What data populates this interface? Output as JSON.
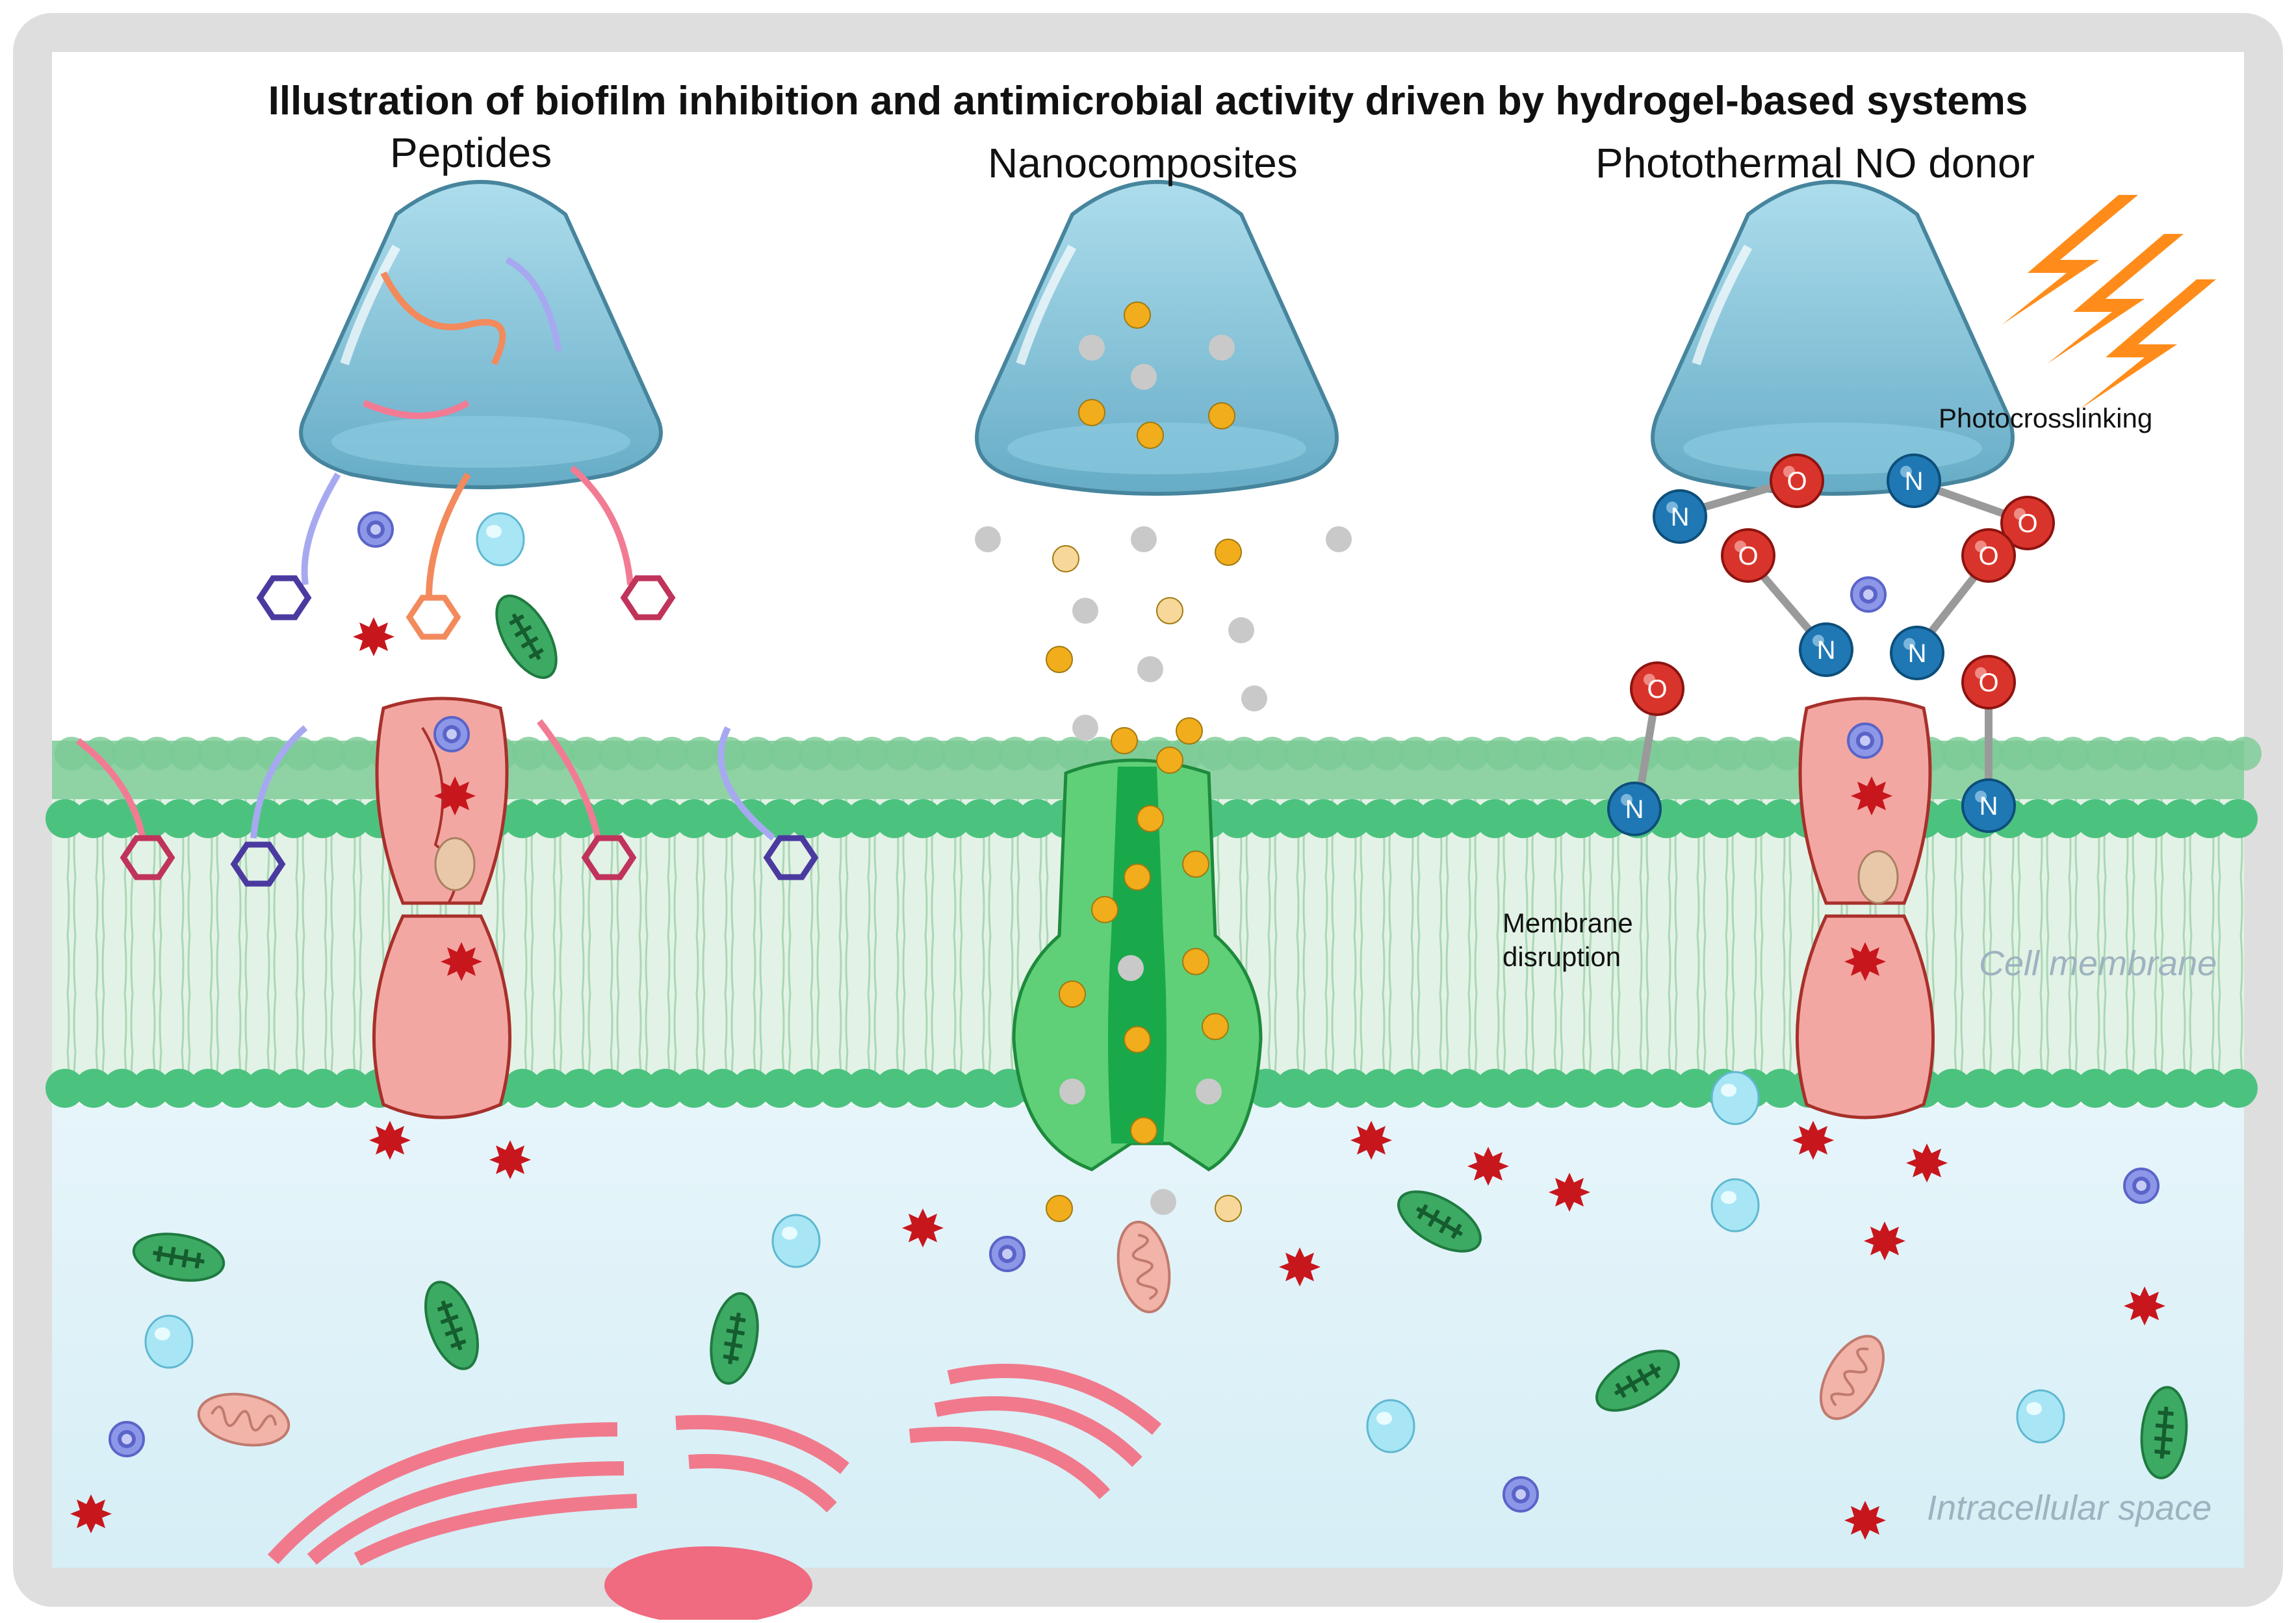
{
  "title": "Illustration of biofilm inhibition and antimicrobial activity driven by hydrogel-based systems",
  "panels": {
    "peptides": "Peptides",
    "nanocomposites": "Nanocomposites",
    "photothermal": "Photothermal NO donor"
  },
  "annotations": {
    "photocrosslinking": "Photocrosslinking",
    "membrane_disruption": "Membrane disruption",
    "cell_membrane": "Cell membrane",
    "intracellular_space": "Intracellular space"
  },
  "atoms": {
    "nitrogen": "N",
    "oxygen": "O"
  },
  "colors": {
    "hydrogel": "#7fbfd6",
    "membrane_head": "#4cc27f",
    "membrane_tail": "#cfe9d6",
    "intracellular": "#e3f4f9",
    "channel_protein": "#f3a7a2",
    "pore_protein": "#3fbf5f",
    "nanoparticle_gold": "#f2ad1c",
    "nanoparticle_silver": "#c9c9c9",
    "nitrogen_atom": "#1f78b4",
    "oxygen_atom": "#d9342b",
    "lightning": "#ff8c1a",
    "golgi_er": "#f07a8c",
    "ros_star": "#c8161d"
  },
  "icons": [
    "hydrogel-dome-icon",
    "lightning-icon",
    "peptide-chain-icon",
    "nanoparticle-icon",
    "no-molecule-icon",
    "channel-protein-icon",
    "pore-protein-icon",
    "chloroplast-icon",
    "mitochondrion-icon",
    "vesicle-icon",
    "ros-star-icon",
    "endoplasmic-reticulum-icon",
    "golgi-icon"
  ]
}
